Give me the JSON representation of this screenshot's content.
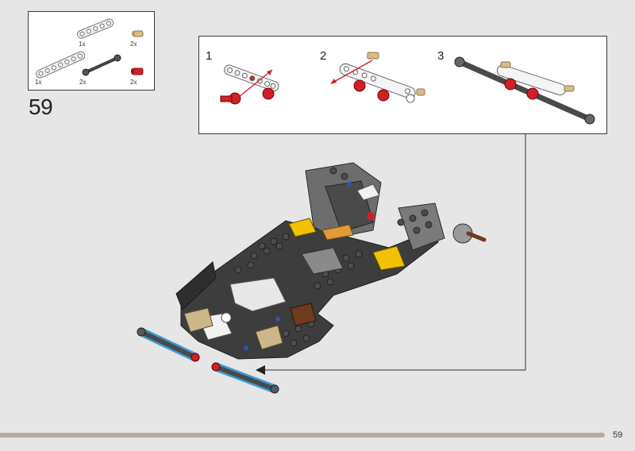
{
  "parts_list": {
    "items": [
      {
        "name": "white-liftarm-5",
        "qty": "1x"
      },
      {
        "name": "tan-pin",
        "qty": "2x"
      },
      {
        "name": "white-liftarm-7",
        "qty": "1x"
      },
      {
        "name": "dark-link",
        "qty": "2x"
      },
      {
        "name": "red-pin",
        "qty": "2x"
      }
    ]
  },
  "step": {
    "number": "59"
  },
  "substeps": [
    {
      "label": "1"
    },
    {
      "label": "2"
    },
    {
      "label": "3"
    }
  ],
  "page": {
    "number": "59"
  },
  "colors": {
    "background": "#e6e6e6",
    "dark_grey": "#4a4a4a",
    "light_grey": "#a0a0a0",
    "highlight": "#3d9ad1",
    "red": "#d0202a",
    "yellow": "#f2c200",
    "tan": "#c9b17e",
    "footer": "#b3aba4"
  }
}
